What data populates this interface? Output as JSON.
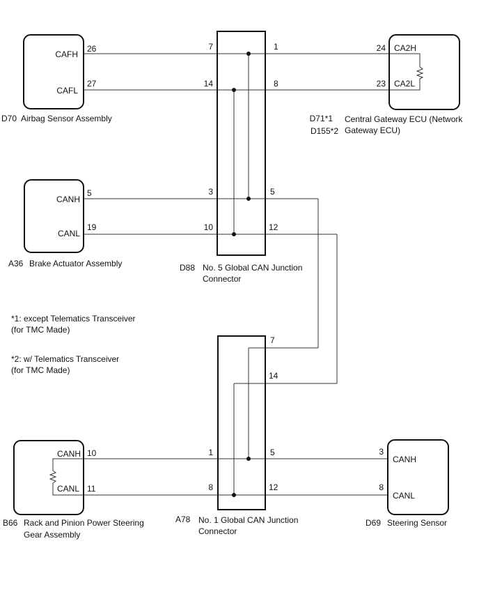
{
  "components": {
    "d70": {
      "code": "D70",
      "name": "Airbag Sensor Assembly",
      "pin_h_label": "CAFH",
      "pin_l_label": "CAFL",
      "pin_h_num": "26",
      "pin_l_num": "27"
    },
    "a36": {
      "code": "A36",
      "name": "Brake Actuator Assembly",
      "pin_h_label": "CANH",
      "pin_l_label": "CANL",
      "pin_h_num": "5",
      "pin_l_num": "19"
    },
    "d71": {
      "code1": "D71*1",
      "code2": "D155*2",
      "name_line1": "Central Gateway ECU (Network",
      "name_line2": "Gateway ECU)",
      "pin_h_label": "CA2H",
      "pin_l_label": "CA2L",
      "pin_h_num": "24",
      "pin_l_num": "23"
    },
    "b66": {
      "code": "B66",
      "name_line1": "Rack and Pinion Power Steering",
      "name_line2": "Gear Assembly",
      "pin_h_label": "CANH",
      "pin_l_label": "CANL",
      "pin_h_num": "10",
      "pin_l_num": "11"
    },
    "d69": {
      "code": "D69",
      "name": "Steering Sensor",
      "pin_h_label": "CANH",
      "pin_l_label": "CANL",
      "pin_h_num": "3",
      "pin_l_num": "8"
    }
  },
  "junctions": {
    "d88": {
      "code": "D88",
      "name_line1": "No. 5 Global CAN Junction",
      "name_line2": "Connector",
      "pins": {
        "left_h1": "7",
        "left_l1": "14",
        "right_h1": "1",
        "right_l1": "8",
        "left_h2": "3",
        "left_l2": "10",
        "right_h2": "5",
        "right_l2": "12"
      }
    },
    "a78": {
      "code": "A78",
      "name_line1": "No. 1 Global CAN Junction",
      "name_line2": "Connector",
      "pins": {
        "top_h": "7",
        "top_l": "14",
        "left_h": "1",
        "left_l": "8",
        "right_h": "5",
        "right_l": "12"
      }
    }
  },
  "notes": {
    "note1_line1": "*1: except Telematics Transceiver",
    "note1_line2": "(for TMC Made)",
    "note2_line1": "*2: w/ Telematics Transceiver",
    "note2_line2": "(for TMC Made)"
  }
}
